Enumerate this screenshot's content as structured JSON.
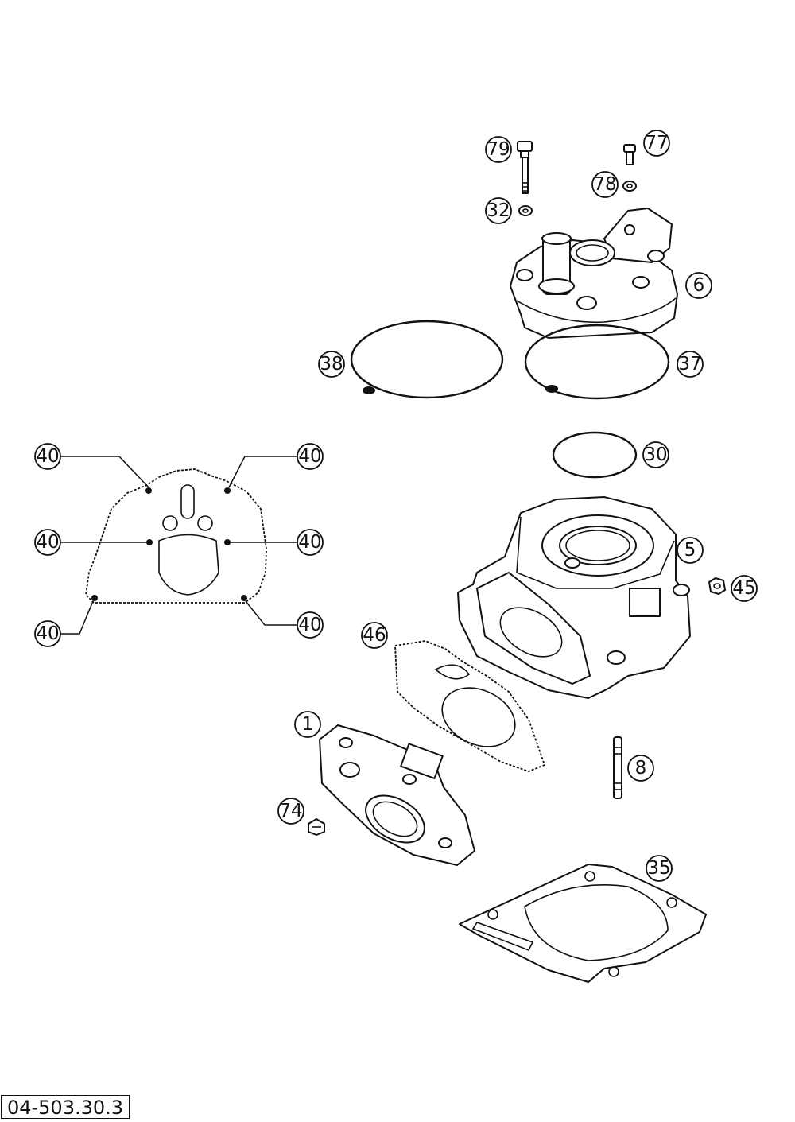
{
  "diagram": {
    "reference_code": "04-503.30.3",
    "callouts": [
      {
        "id": "c79",
        "label": "79"
      },
      {
        "id": "c77",
        "label": "77"
      },
      {
        "id": "c78",
        "label": "78"
      },
      {
        "id": "c32",
        "label": "32"
      },
      {
        "id": "c6",
        "label": "6"
      },
      {
        "id": "c38",
        "label": "38"
      },
      {
        "id": "c37",
        "label": "37"
      },
      {
        "id": "c30",
        "label": "30"
      },
      {
        "id": "c40a",
        "label": "40"
      },
      {
        "id": "c40b",
        "label": "40"
      },
      {
        "id": "c40c",
        "label": "40"
      },
      {
        "id": "c40d",
        "label": "40"
      },
      {
        "id": "c40e",
        "label": "40"
      },
      {
        "id": "c40f",
        "label": "40"
      },
      {
        "id": "c5",
        "label": "5"
      },
      {
        "id": "c45",
        "label": "45"
      },
      {
        "id": "c46",
        "label": "46"
      },
      {
        "id": "c1",
        "label": "1"
      },
      {
        "id": "c8",
        "label": "8"
      },
      {
        "id": "c74",
        "label": "74"
      },
      {
        "id": "c35",
        "label": "35"
      }
    ]
  }
}
